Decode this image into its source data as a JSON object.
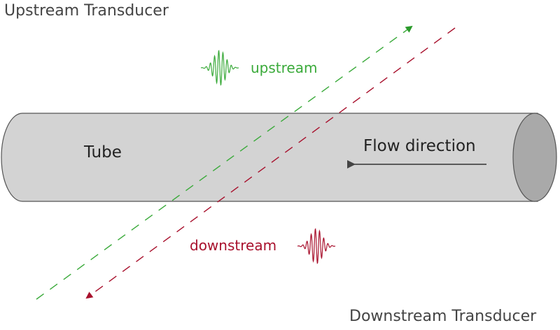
{
  "labels": {
    "upstream_transducer": "Upstream Transducer",
    "downstream_transducer": "Downstream Transducer",
    "tube": "Tube",
    "flow_direction": "Flow direction",
    "upstream": "upstream",
    "downstream": "downstream"
  },
  "colors": {
    "upstream": "#3aaa3a",
    "downstream": "#a8102c",
    "tube_body": "#d3d3d3",
    "tube_end": "#a9a9a9",
    "outline": "#555555",
    "text": "#333333"
  },
  "icons": {
    "upstream_wave": "wave-packet-icon",
    "downstream_wave": "wave-packet-icon",
    "flow_arrow": "arrow-left-icon"
  }
}
